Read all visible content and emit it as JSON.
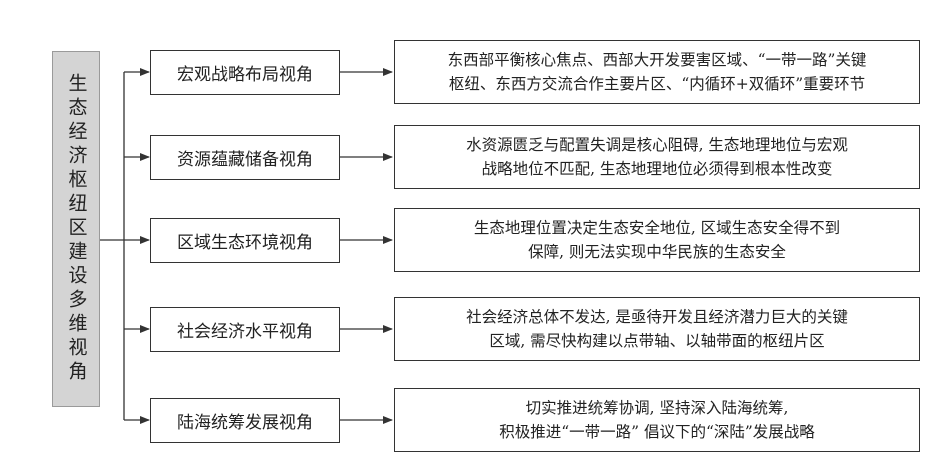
{
  "root": {
    "label": "生态经济枢纽区建设多维视角"
  },
  "perspectives": [
    {
      "label": "宏观战略布局视角",
      "lines": [
        "东西部平衡核心焦点、西部大开发要害区域、“一带一路”关键",
        "枢纽、东西方交流合作主要片区、“内循环+双循环”重要环节"
      ]
    },
    {
      "label": "资源蕴藏储备视角",
      "lines": [
        "水资源匮乏与配置失调是核心阻碍, 生态地理地位与宏观",
        "战略地位不匹配, 生态地理地位必须得到根本性改变"
      ]
    },
    {
      "label": "区域生态环境视角",
      "lines": [
        "生态地理位置决定生态安全地位, 区域生态安全得不到",
        "保障, 则无法实现中华民族的生态安全"
      ]
    },
    {
      "label": "社会经济水平视角",
      "lines": [
        "社会经济总体不发达, 是亟待开发且经济潜力巨大的关键",
        "区域, 需尽快构建以点带轴、以轴带面的枢纽片区"
      ]
    },
    {
      "label": "陆海统筹发展视角",
      "lines": [
        "切实推进统筹协调, 坚持深入陆海统筹,",
        "积极推进“一带一路” 倡议下的“深陆”发展战略"
      ]
    }
  ]
}
